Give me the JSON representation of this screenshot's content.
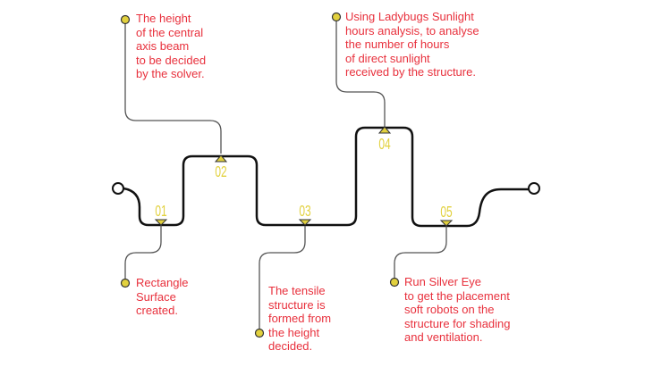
{
  "colors": {
    "path": "#111111",
    "leader": "#555555",
    "accent": "#e2d13e",
    "text": "#e8303c"
  },
  "steps": [
    {
      "number": "01",
      "note": "Rectangle\nSurface\ncreated."
    },
    {
      "number": "02",
      "note": "The height\nof the central\naxis beam\nto be decided\nby the solver."
    },
    {
      "number": "03",
      "note": "The tensile\nstructure is\nformed from\nthe height\ndecided."
    },
    {
      "number": "04",
      "note": "Using Ladybugs Sunlight\nhours analysis, to analyse\nthe number of hours\nof direct sunlight\nreceived by the structure."
    },
    {
      "number": "05",
      "note": "Run Silver Eye\nto get the placement\nsoft robots on the\nstructure for shading\nand ventilation."
    }
  ]
}
